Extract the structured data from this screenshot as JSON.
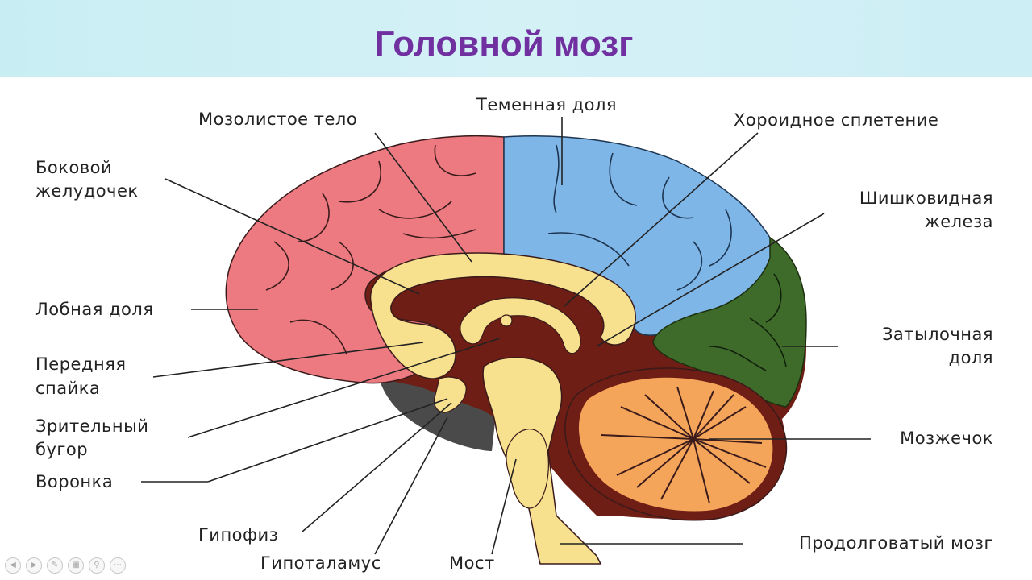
{
  "title": "Головной мозг",
  "labels": {
    "corpus_callosum": "Мозолистое тело",
    "parietal_lobe": "Теменная доля",
    "choroid_plexus": "Хороидное сплетение",
    "lateral_ventricle_1": "Боковой",
    "lateral_ventricle_2": "желудочек",
    "pineal_gland_1": "Шишковидная",
    "pineal_gland_2": "железа",
    "frontal_lobe": "Лобная доля",
    "anterior_commissure_1": "Передняя",
    "anterior_commissure_2": "спайка",
    "occipital_lobe_1": "Затылочная",
    "occipital_lobe_2": "доля",
    "thalamus_1": "Зрительный",
    "thalamus_2": "бугор",
    "cerebellum": "Мозжечок",
    "infundibulum": "Воронка",
    "pituitary": "Гипофиз",
    "medulla": "Продолговатый мозг",
    "hypothalamus": "Гипоталамус",
    "pons": "Мост"
  },
  "colors": {
    "title": "#7030a0",
    "frontal": "#ec7a80",
    "parietal": "#7fb6e8",
    "occipital": "#3e6b2a",
    "cerebellum": "#f5a55a",
    "brainstem": "#f7e08e",
    "inner": "#6e1e14",
    "base": "#4a4a4a"
  },
  "controls": [
    "prev-icon",
    "next-icon",
    "pen-icon",
    "slides-icon",
    "zoom-icon",
    "more-icon"
  ]
}
